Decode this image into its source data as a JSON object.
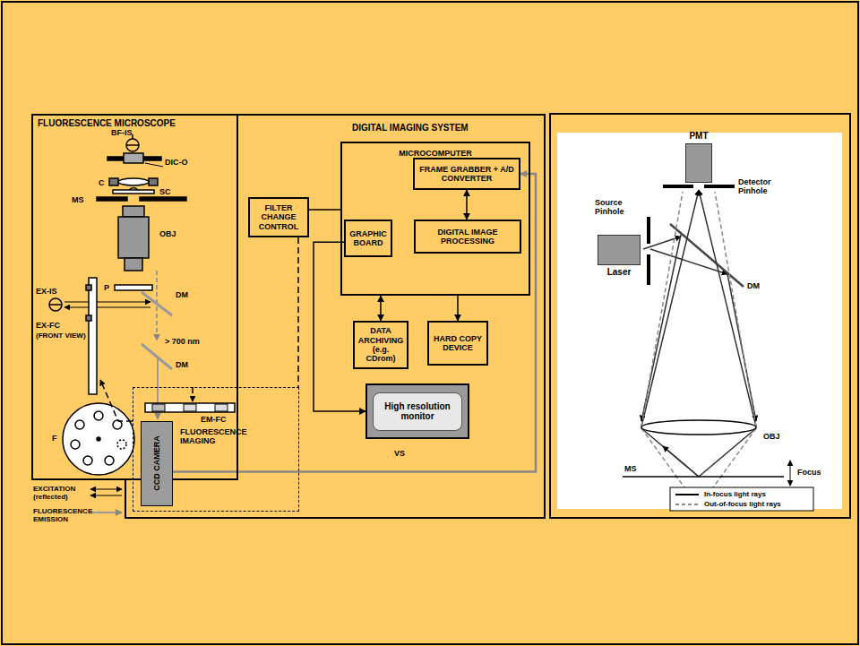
{
  "diagram": {
    "nodes": [
      {
        "text": [
          "FLUORESCENCE MICROSCOPE"
        ]
      },
      {
        "text": [
          "DIGITAL IMAGING SYSTEM"
        ]
      },
      {
        "text": [
          "MICROCOMPUTER"
        ],
        "in": 1
      },
      {
        "text": [
          "FRAME GRABBER + A/D CONVERTER"
        ],
        "in": 2
      },
      {
        "text": [
          "GRAPHIC BOARD"
        ],
        "in": 2
      },
      {
        "text": [
          "DIGITAL IMAGE PROCESSING"
        ],
        "in": 2
      },
      {
        "text": [
          "FILTER CHANGE CONTROL"
        ],
        "in": 1
      },
      {
        "text": [
          "DATA ARCHIVING (e.g. CDrom)"
        ],
        "in": 1
      },
      {
        "text": [
          "HARD COPY DEVICE"
        ],
        "in": 1
      },
      {
        "text": [
          "High resolution monitor"
        ],
        "in": 1
      },
      {
        "text": [
          "FLUORESCENCE IMAGING"
        ]
      },
      {
        "text": [
          "CCD CAMERA"
        ],
        "in": 10
      },
      {
        "text": [
          "PMT"
        ]
      },
      {
        "text": [
          "Laser"
        ]
      }
    ],
    "edges": [
      {
        "from": 3,
        "to": 5,
        "arrow": "both"
      },
      {
        "from": 2,
        "to": 7,
        "arrow": "both"
      },
      {
        "from": 2,
        "to": 8,
        "arrow": "to"
      },
      {
        "from": 4,
        "to": 9,
        "arrow": "to"
      },
      {
        "from": 11,
        "to": 3,
        "arrow": "to"
      },
      {
        "from": 6,
        "to": 2,
        "arrow": "none"
      }
    ],
    "labels": [
      "BF-IS",
      "DIC-O",
      "C",
      "SC",
      "MS",
      "OBJ",
      "P",
      "DM",
      "EX-IS",
      "EX-FC",
      "(FRONT VIEW)",
      "F",
      "> 700 nm",
      "DM",
      "EM-FC",
      "EXCITATION (reflected)",
      "FLUORESCENCE EMISSION",
      "VS",
      "Detector Pinhole",
      "Source Pinhole",
      "DM",
      "OBJ",
      "MS",
      "Focus"
    ],
    "legend": [
      {
        "text": "In-focus light rays"
      },
      {
        "text": "Out-of-focus light rays"
      }
    ]
  }
}
